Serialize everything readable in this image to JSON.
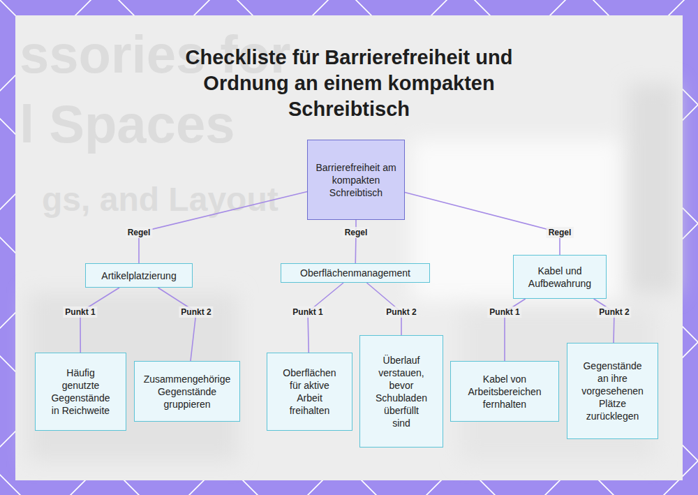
{
  "diagram": {
    "title": "Checkliste für Barrierefreiheit und Ordnung an einem kompakten Schreibtisch",
    "nodes": [
      {
        "text": [
          "Barrierefreiheit am kompakten Schreibtisch"
        ]
      },
      {
        "text": [
          "Artikelplatzierung"
        ]
      },
      {
        "text": [
          "Oberflächenmanagement"
        ]
      },
      {
        "text": [
          "Kabel und Aufbewahrung"
        ]
      },
      {
        "text": [
          "Häufig genutzte Gegenstände in Reichweite"
        ]
      },
      {
        "text": [
          "Zusammengehörige Gegenstände gruppieren"
        ]
      },
      {
        "text": [
          "Oberflächen für aktive Arbeit freihalten"
        ]
      },
      {
        "text": [
          "Überlauf verstauen, bevor Schubladen überfüllt sind"
        ]
      },
      {
        "text": [
          "Kabel von Arbeitsbereichen fernhalten"
        ]
      },
      {
        "text": [
          "Gegenstände an ihre vorgesehenen Plätze zurücklegen"
        ]
      }
    ],
    "edges": [
      {
        "from": 0,
        "to": 1,
        "label": "Regel",
        "arrow": "none"
      },
      {
        "from": 0,
        "to": 2,
        "label": "Regel",
        "arrow": "none"
      },
      {
        "from": 0,
        "to": 3,
        "label": "Regel",
        "arrow": "none"
      },
      {
        "from": 1,
        "to": 4,
        "label": "Punkt 1",
        "arrow": "none"
      },
      {
        "from": 1,
        "to": 5,
        "label": "Punkt 2",
        "arrow": "none"
      },
      {
        "from": 2,
        "to": 6,
        "label": "Punkt 1",
        "arrow": "none"
      },
      {
        "from": 2,
        "to": 7,
        "label": "Punkt 2",
        "arrow": "none"
      },
      {
        "from": 3,
        "to": 8,
        "label": "Punkt 1",
        "arrow": "none"
      },
      {
        "from": 3,
        "to": 9,
        "label": "Punkt 2",
        "arrow": "none"
      }
    ],
    "labels": [
      "ssories for",
      "l Spaces",
      "gs, and Layout"
    ]
  }
}
